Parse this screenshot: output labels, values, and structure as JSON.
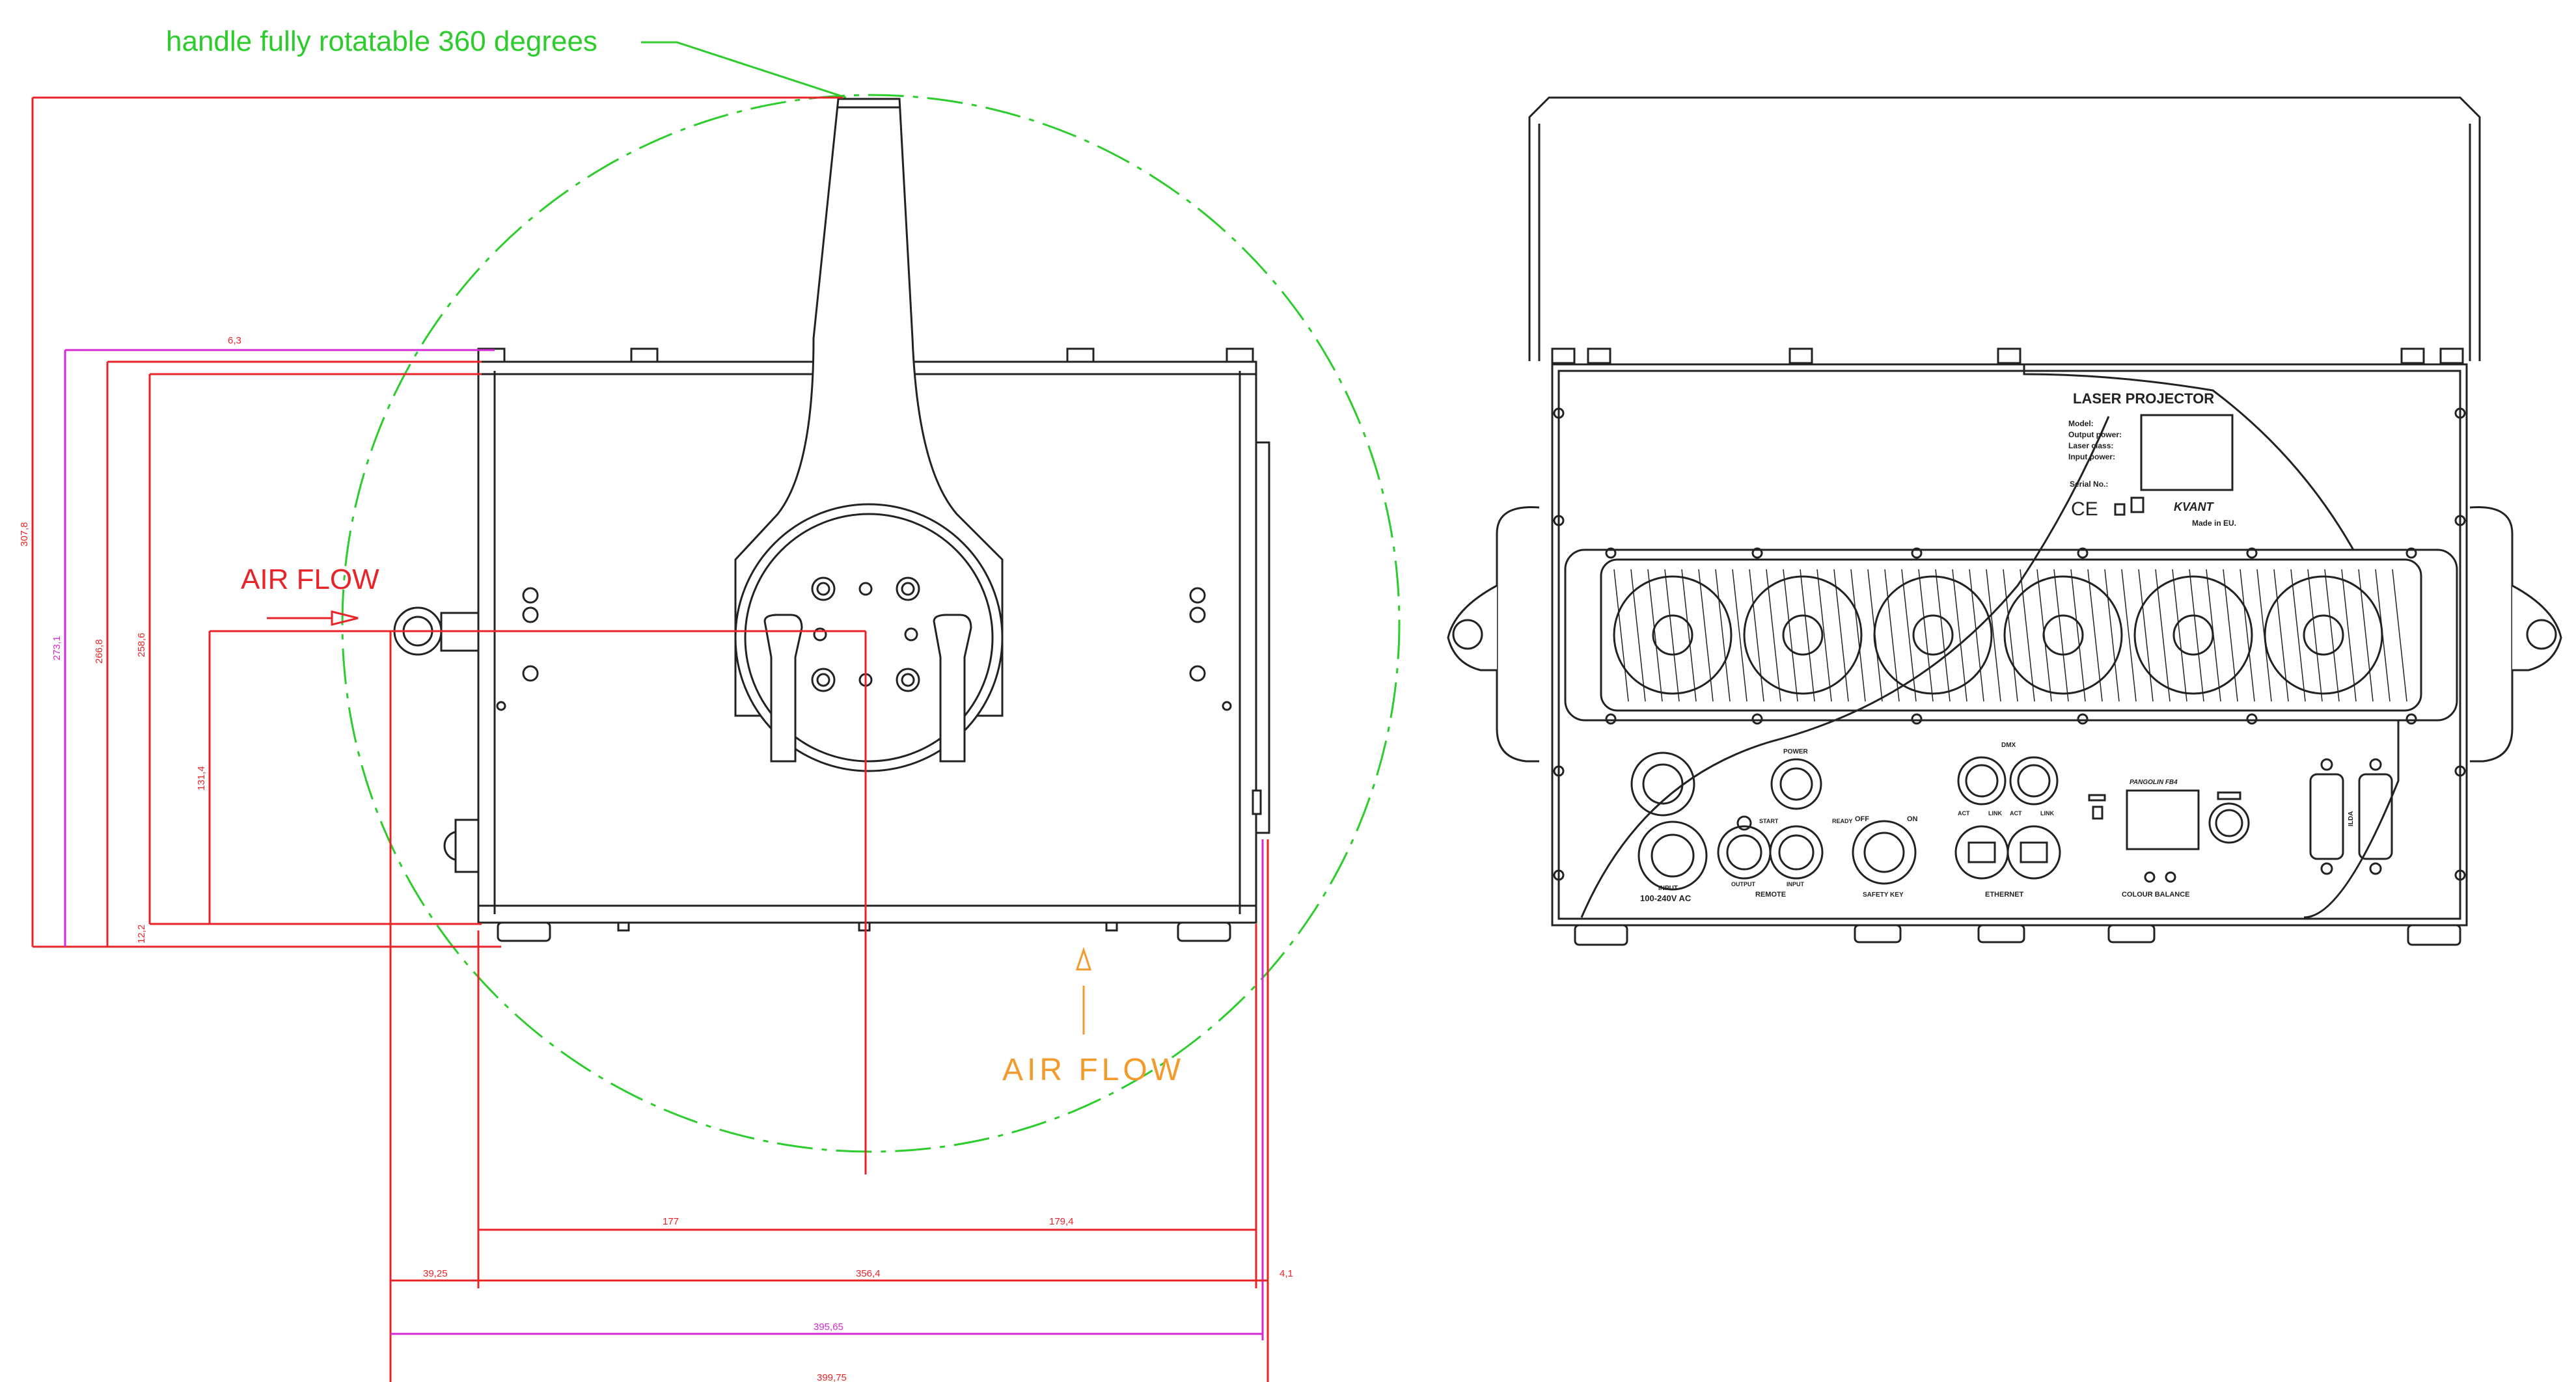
{
  "side_view": {
    "handle_note": "handle fully rotatable 360 degrees",
    "airflow_side": "AIR FLOW",
    "airflow_bottom": "AIR FLOW",
    "dims": {
      "d_307_8": "307,8",
      "d_273_1": "273,1",
      "d_266_8": "266,8",
      "d_258_6": "258,6",
      "d_131_4": "131,4",
      "d_12_2": "12,2",
      "d_6_3": "6,3",
      "d_177": "177",
      "d_179_4": "179,4",
      "d_39_25": "39,25",
      "d_356_4": "356,4",
      "d_4_1": "4,1",
      "d_395_65": "395,65",
      "d_399_75": "399,75"
    }
  },
  "rear_view": {
    "label_title": "LASER PROJECTOR",
    "label_lines": [
      "Model:",
      "Output power:",
      "Laser class:",
      "Input power:"
    ],
    "serial": "Serial No.:",
    "ce_mark": "CE",
    "brand": "KVANT",
    "made_in": "Made in EU.",
    "power": "POWER",
    "input_ac": "INPUT",
    "input_ac_rating": "100-240V AC",
    "start": "START",
    "ready": "READY",
    "output": "OUTPUT",
    "input": "INPUT",
    "remote": "REMOTE",
    "off": "OFF",
    "on": "ON",
    "safety_key": "SAFETY KEY",
    "dmx": "DMX",
    "act": "ACT",
    "link": "LINK",
    "ethernet": "ETHERNET",
    "pangolin": "PANGOLIN FB4",
    "colour_balance": "COLOUR BALANCE",
    "ilda": "ILDA"
  }
}
